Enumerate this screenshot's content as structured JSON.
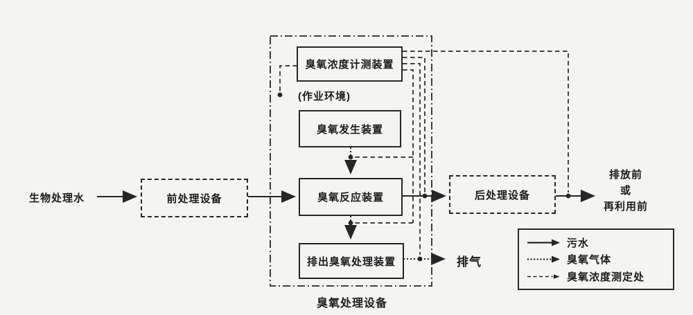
{
  "nodes": {
    "source": "生物处理水",
    "pre_treatment": "前处理设备",
    "measurement_device": "臭氧浓度计测装置",
    "work_environment": "(作业环境)",
    "generator": "臭氧发生装置",
    "reactor": "臭氧反应装置",
    "discharge_treatment": "排出臭氧处理装置",
    "post_treatment": "后处理设备",
    "frame_label": "臭氧处理设备",
    "exhaust": "排气",
    "output": [
      "排放前",
      "或",
      "再利用前"
    ]
  },
  "legend": {
    "items": [
      {
        "style": "solid",
        "label": "污水"
      },
      {
        "style": "dotted",
        "label": "臭氧气体"
      },
      {
        "style": "dashed",
        "label": "臭氧浓度测定处"
      }
    ]
  },
  "colors": {
    "line": "#262626",
    "text": "#1b1b1b",
    "background": "#f4f4f1"
  }
}
